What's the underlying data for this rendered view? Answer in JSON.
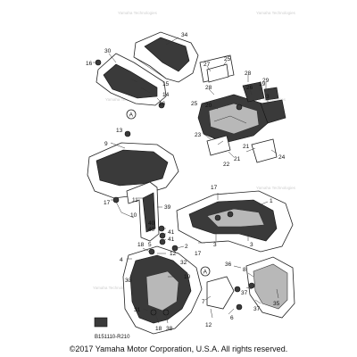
{
  "callouts": [
    "1",
    "2",
    "3",
    "4",
    "5",
    "6",
    "7",
    "8",
    "9",
    "10",
    "11",
    "12",
    "13",
    "14",
    "15",
    "16",
    "17",
    "18",
    "19",
    "20",
    "21",
    "22",
    "23",
    "24",
    "25",
    "26",
    "27",
    "28",
    "29",
    "30",
    "31",
    "32",
    "33",
    "34",
    "35",
    "36",
    "37",
    "38",
    "39",
    "40",
    "41"
  ],
  "reference_marker": "A",
  "watermark": "Yamaha Technologies",
  "diagram_code": "B151110-R210",
  "copyright": "©2017 Yamaha Motor Corporation, U.S.A. All rights reserved."
}
